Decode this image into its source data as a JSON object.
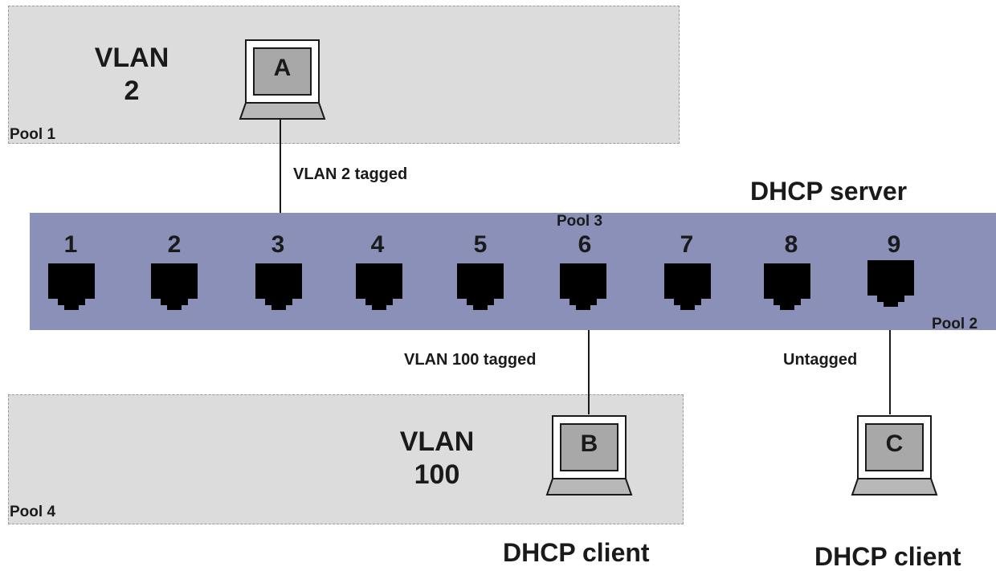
{
  "zones": {
    "vlan2": {
      "title": "VLAN\n2",
      "pool": "Pool 1"
    },
    "vlan100": {
      "title": "VLAN\n100",
      "pool": "Pool 4"
    }
  },
  "switch": {
    "pool_top": "Pool 3",
    "pool_right": "Pool 2",
    "ports": [
      "1",
      "2",
      "3",
      "4",
      "5",
      "6",
      "7",
      "8",
      "9"
    ]
  },
  "devices": {
    "a": "A",
    "b": "B",
    "c": "C"
  },
  "links": {
    "a_port3": "VLAN 2 tagged",
    "b_port6": "VLAN 100 tagged",
    "c_port9": "Untagged"
  },
  "roles": {
    "server": "DHCP server",
    "client_b": "DHCP client",
    "client_c": "DHCP client"
  },
  "colors": {
    "switch": "#8b90b8",
    "zone": "#dcdcdc",
    "laptop_screen": "#a8a8a8",
    "laptop_base": "#b8b8b8"
  }
}
